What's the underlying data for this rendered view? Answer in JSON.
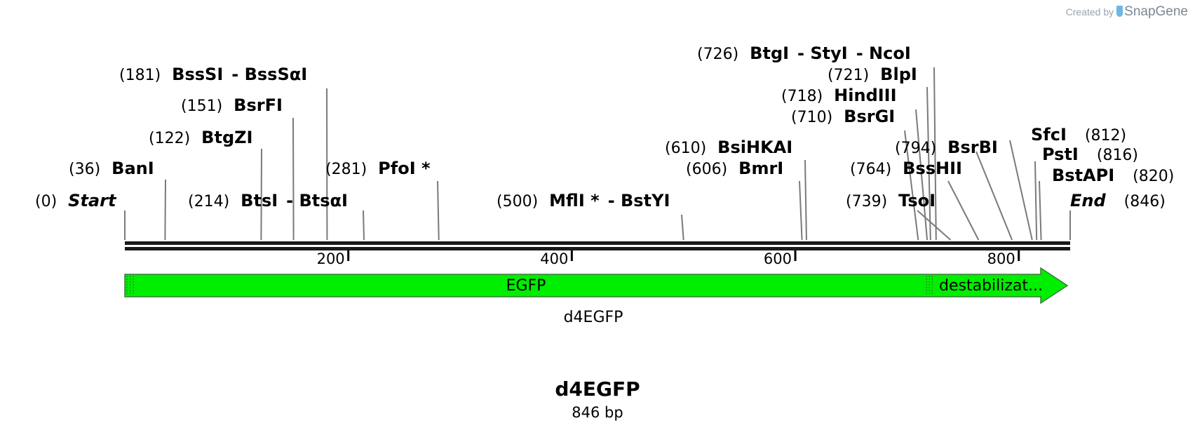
{
  "credit": {
    "prefix": "Created by",
    "brand": "SnapGene"
  },
  "sequence": {
    "name": "d4EGFP",
    "length_label": "846 bp",
    "length": 846
  },
  "ruler": {
    "ticks": [
      200,
      400,
      600,
      800
    ]
  },
  "colors": {
    "feature_fill": "#00ee00",
    "feature_stroke": "#3a7a3a",
    "backbone": "#1a1a1a",
    "leader": "#7a7a7a"
  },
  "sites": [
    {
      "id": "start",
      "pos": "(0)",
      "name": "Start",
      "site": 0,
      "italic": true
    },
    {
      "id": "bani",
      "pos": "(36)",
      "name": "BanI",
      "site": 36
    },
    {
      "id": "btgzi",
      "pos": "(122)",
      "name": "BtgZI",
      "site": 122
    },
    {
      "id": "bsrfi",
      "pos": "(151)",
      "name": "BsrFI",
      "site": 151
    },
    {
      "id": "bsssi",
      "pos": "(181)",
      "name": "BssSI",
      "name2": "BssSαI",
      "site": 181
    },
    {
      "id": "btsi",
      "pos": "(214)",
      "name": "BtsI",
      "name2": "BtsαI",
      "site": 214
    },
    {
      "id": "pfoi",
      "pos": "(281)",
      "name": "PfoI",
      "star": true,
      "site": 281
    },
    {
      "id": "mfli",
      "pos": "(500)",
      "name": "MflI",
      "star": true,
      "name2": "BstYI",
      "site": 500
    },
    {
      "id": "bmri",
      "pos": "(606)",
      "name": "BmrI",
      "site": 606
    },
    {
      "id": "bsihkai",
      "pos": "(610)",
      "name": "BsiHKAI",
      "site": 610
    },
    {
      "id": "bsrgi",
      "pos": "(710)",
      "name": "BsrGI",
      "site": 710
    },
    {
      "id": "hindiii",
      "pos": "(718)",
      "name": "HindIII",
      "site": 718
    },
    {
      "id": "blpi",
      "pos": "(721)",
      "name": "BlpI",
      "site": 721
    },
    {
      "id": "btgi",
      "pos": "(726)",
      "name": "BtgI",
      "name2": "StyI",
      "name3": "NcoI",
      "site": 726
    },
    {
      "id": "tsoi",
      "pos": "(739)",
      "name": "TsoI",
      "site": 739
    },
    {
      "id": "bsshii",
      "pos": "(764)",
      "name": "BssHII",
      "site": 764
    },
    {
      "id": "bsrbi",
      "pos": "(794)",
      "name": "BsrBI",
      "site": 794
    },
    {
      "id": "sfci",
      "pos": "(812)",
      "name": "SfcI",
      "site": 812
    },
    {
      "id": "psti",
      "pos": "(816)",
      "name": "PstI",
      "site": 816
    },
    {
      "id": "bstapi",
      "pos": "(820)",
      "name": "BstAPI",
      "site": 820
    },
    {
      "id": "end",
      "pos": "(846)",
      "name": "End",
      "site": 846,
      "italic": true
    }
  ],
  "features": [
    {
      "id": "egfp",
      "label": "EGFP",
      "start": 9,
      "end": 720
    },
    {
      "id": "destab",
      "label": "destabilizat...",
      "start": 720,
      "end": 846
    }
  ],
  "feature_track_label": "d4EGFP"
}
